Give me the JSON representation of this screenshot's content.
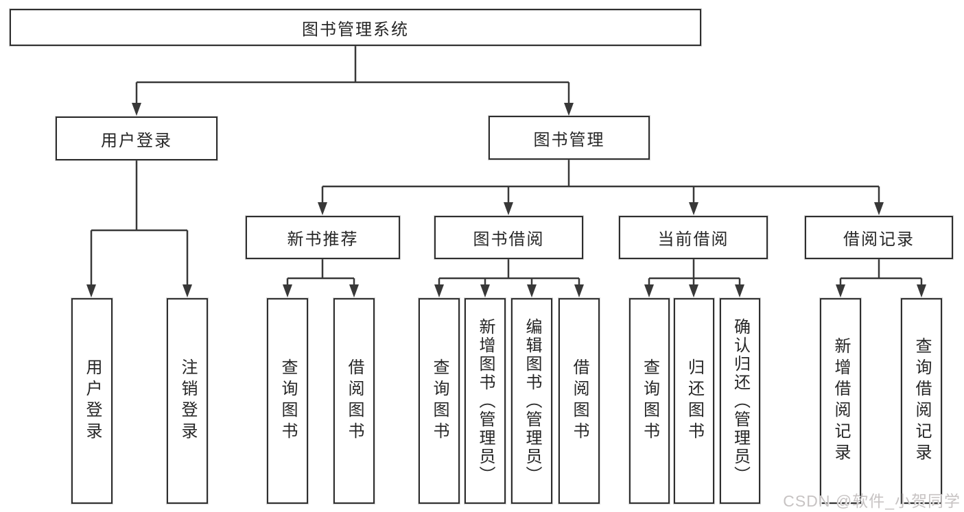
{
  "colors": {
    "box_border": "#2e2e2e",
    "box_fill": "#ffffff",
    "line": "#383838",
    "text": "#262626",
    "watermark": "#c7c3c3"
  },
  "watermark": {
    "text": "CSDN @软件_小贺同学"
  },
  "tree": {
    "root": {
      "label": "图书管理系统"
    },
    "branches": [
      {
        "label": "用户登录",
        "children": [
          {
            "label": "用户登录"
          },
          {
            "label": "注销登录"
          }
        ]
      },
      {
        "label": "图书管理",
        "children": [
          {
            "label": "新书推荐",
            "children": [
              {
                "label": "查询图书"
              },
              {
                "label": "借阅图书"
              }
            ]
          },
          {
            "label": "图书借阅",
            "children": [
              {
                "label": "查询图书"
              },
              {
                "label": "新增图书（管理员）"
              },
              {
                "label": "编辑图书（管理员）"
              },
              {
                "label": "借阅图书"
              }
            ]
          },
          {
            "label": "当前借阅",
            "children": [
              {
                "label": "查询图书"
              },
              {
                "label": "归还图书"
              },
              {
                "label": "确认归还（管理员）"
              }
            ]
          },
          {
            "label": "借阅记录",
            "children": [
              {
                "label": "新增借阅记录"
              },
              {
                "label": "查询借阅记录"
              }
            ]
          }
        ]
      }
    ]
  }
}
